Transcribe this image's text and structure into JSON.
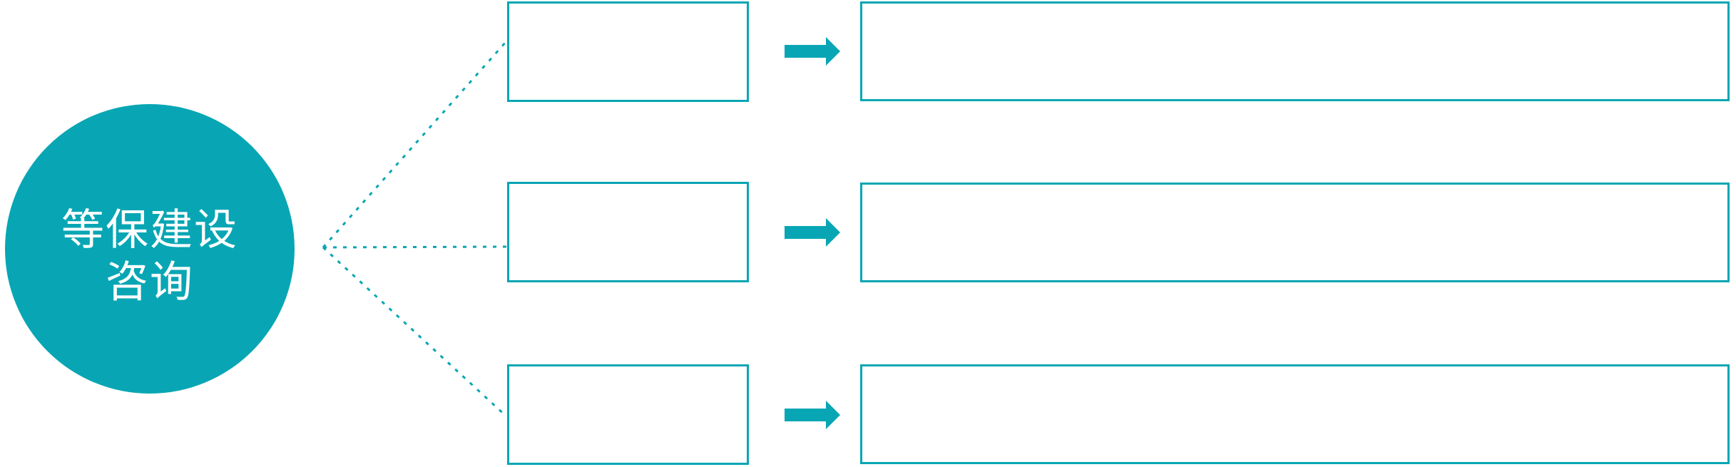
{
  "colors": {
    "accent": "#08a6b4",
    "surface": "#ffffff",
    "circle_text": "#ffffff"
  },
  "center_node": {
    "title_line1": "等保建设",
    "title_line2": "咨询"
  },
  "rows": [
    {
      "small_box_label": "",
      "wide_box_label": ""
    },
    {
      "small_box_label": "",
      "wide_box_label": ""
    },
    {
      "small_box_label": "",
      "wide_box_label": ""
    }
  ],
  "icons": {
    "right-arrow-icon": "➜",
    "connector-line-style": "dotted"
  }
}
